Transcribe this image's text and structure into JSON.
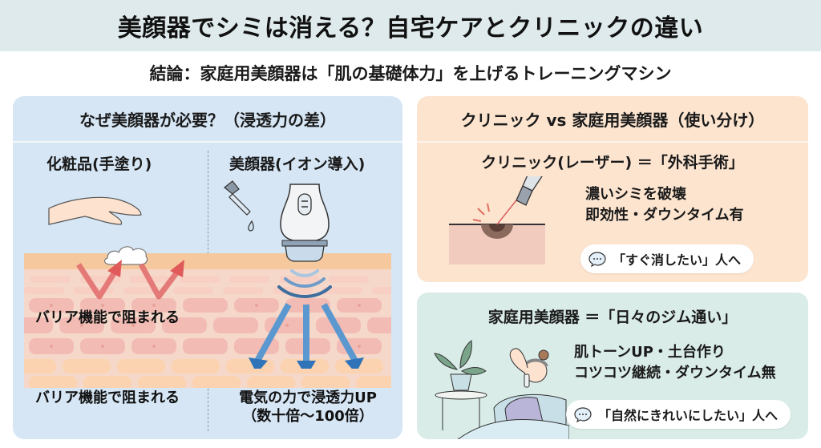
{
  "header": {
    "title": "美顔器でシミは消える？自宅ケアとクリニックの違い",
    "subtitle": "結論：家庭用美顔器は「肌の基礎体力」を上げるトレーニングマシン"
  },
  "left_panel": {
    "title": "なぜ美顔器が必要？（浸透力の差）",
    "cosmetics": {
      "title": "化粧品(手塗り)",
      "overlay_caption": "バリア機能で阻まれる",
      "caption": "バリア機能で阻まれる",
      "icons": [
        "hand-icon",
        "cream-icon",
        "deflected-arrow-icon"
      ]
    },
    "device": {
      "title": "美顔器(イオン導入)",
      "caption_line1": "電気の力で浸透力UP",
      "caption_line2": "（数十倍〜100倍）",
      "icons": [
        "dropper-icon",
        "face-device-icon",
        "wave-icon",
        "penetration-arrow-icon"
      ]
    }
  },
  "right_panel": {
    "title": "クリニック vs 家庭用美顔器（使い分け）",
    "clinic": {
      "heading": "クリニック(レーザー) ＝「外科手術」",
      "bullet1": "濃いシミを破壊",
      "bullet2": "即効性・ダウンタイム有",
      "pill": "「すぐ消したい」人へ"
    },
    "home": {
      "heading": "家庭用美顔器 ＝「日々のジム通い」",
      "bullet1": "肌トーンUP・土台作り",
      "bullet2": "コツコツ継続・ダウンタイム無",
      "pill": "「自然にきれいにしたい」人へ"
    }
  },
  "colors": {
    "title_bg": "#dfeaec",
    "left_panel_bg": "#d6e6f5",
    "clinic_bg": "#fce4cf",
    "home_bg": "#d9ece8",
    "skin_top": "#f5c89e",
    "skin_cell": "#f2b8b0",
    "red_arrow": "#e05a5a",
    "blue_arrow": "#2f73b8"
  }
}
